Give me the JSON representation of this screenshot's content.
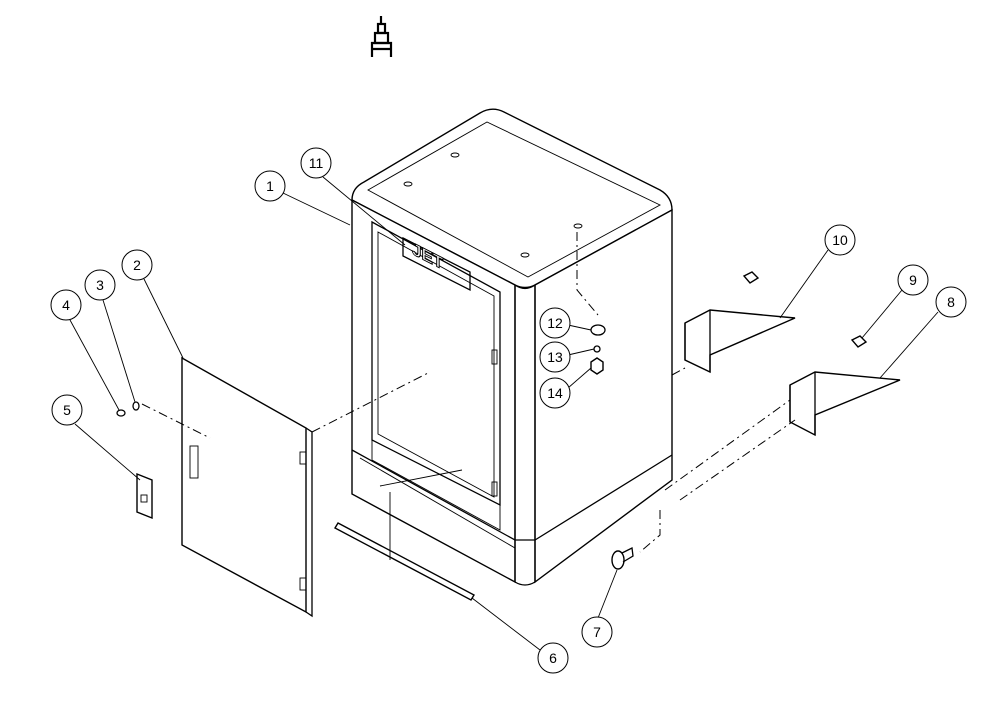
{
  "diagram": {
    "title": "Cabinet stand exploded parts view",
    "logo_text": "JET",
    "callouts": [
      "1",
      "2",
      "3",
      "4",
      "5",
      "6",
      "7",
      "8",
      "9",
      "10",
      "11",
      "12",
      "13",
      "14"
    ]
  }
}
